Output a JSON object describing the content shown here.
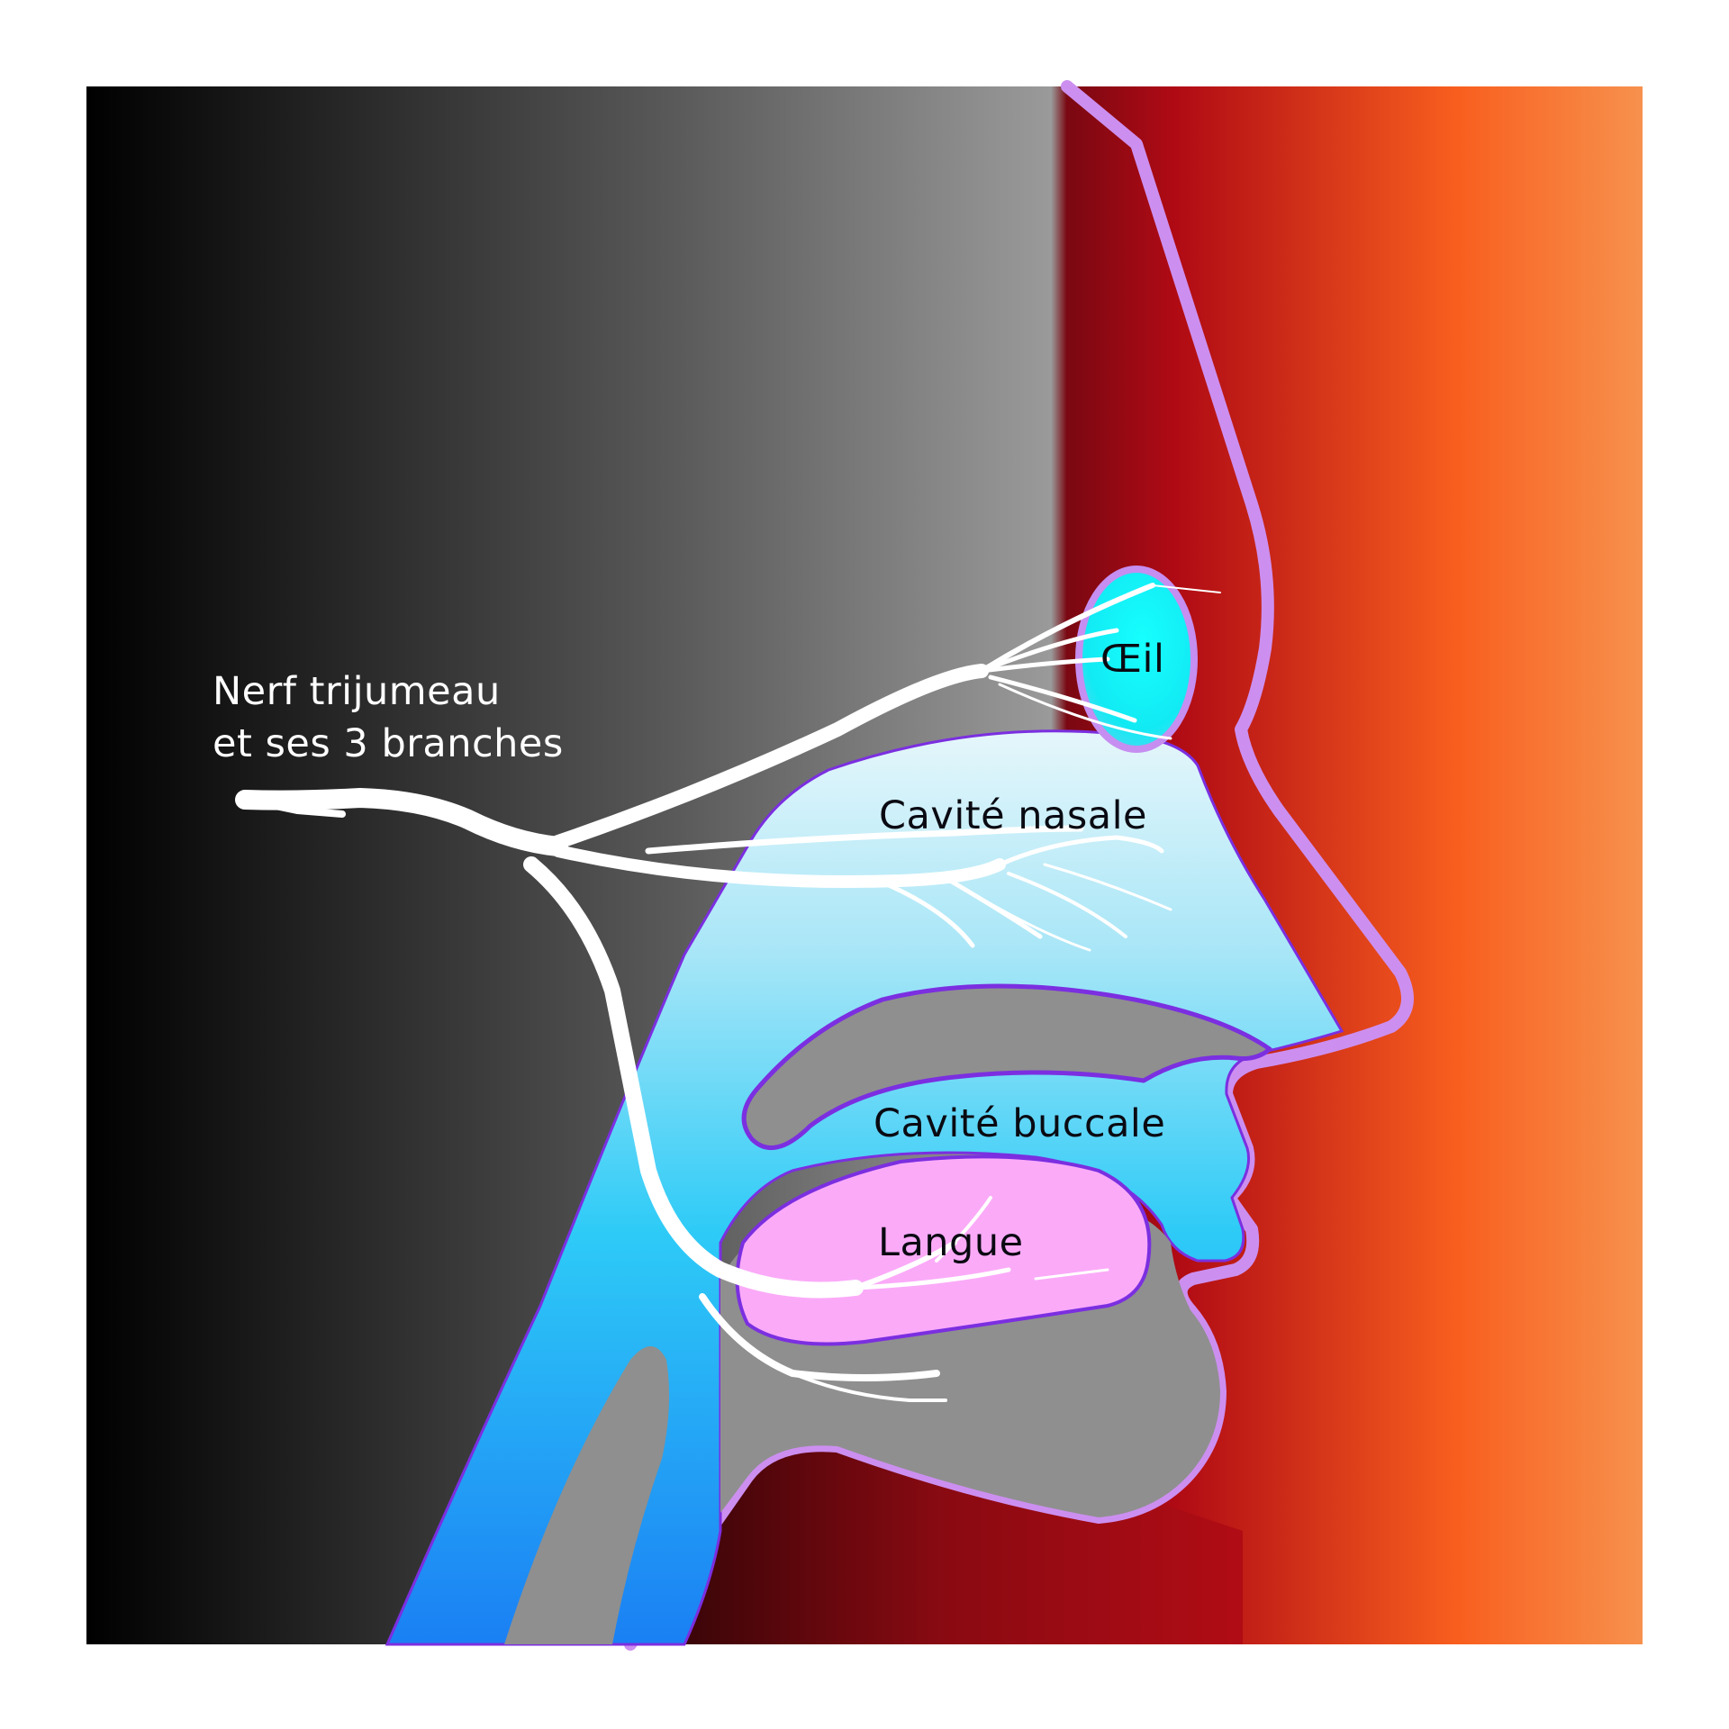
{
  "labels": {
    "nerve_line1": "Nerf trijumeau",
    "nerve_line2": "et ses 3 branches",
    "eye": "Œil",
    "nasal_cavity": "Cavité nasale",
    "oral_cavity": "Cavité buccale",
    "tongue": "Langue"
  },
  "colors": {
    "background_gradient": [
      "#000000",
      "#9a9a9a",
      "#b00a14",
      "#f85e1e",
      "#f7914d"
    ],
    "head": "#8f8f8f",
    "skin_outline": "#cc8ff0",
    "cavity_outline": "#7b2fe0",
    "airway_gradient": [
      "#e6f6fb",
      "#29c6f6",
      "#1a86f5"
    ],
    "eye": "#13f2f7",
    "tongue": "#fbaaf8",
    "nerve": "#ffffff"
  }
}
